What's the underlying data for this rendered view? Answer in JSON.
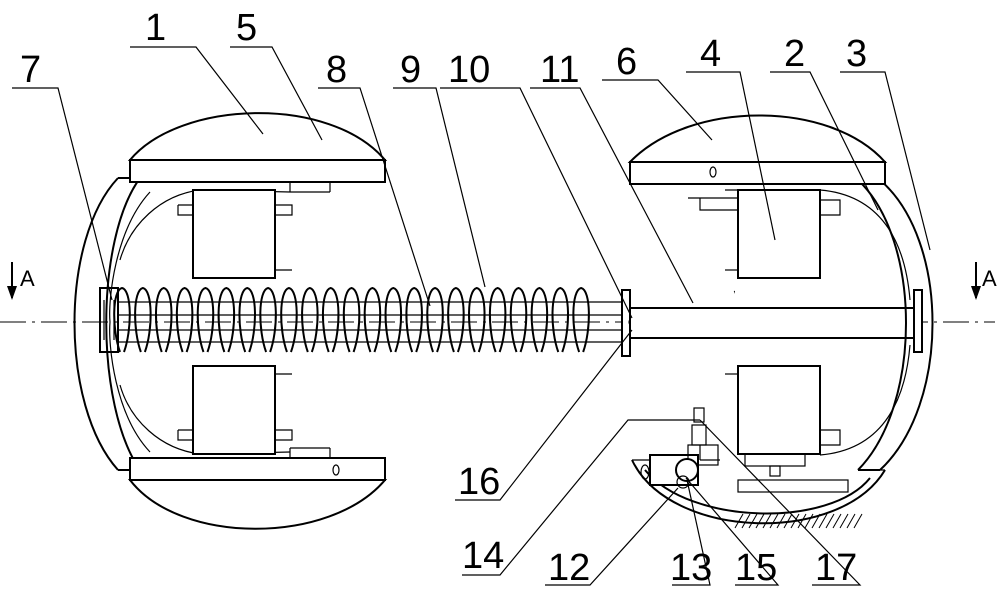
{
  "labels": {
    "l1": "1",
    "l2": "2",
    "l3": "3",
    "l4": "4",
    "l5": "5",
    "l6": "6",
    "l7": "7",
    "l8": "8",
    "l9": "9",
    "l10": "10",
    "l11": "11",
    "l12": "12",
    "l13": "13",
    "l14": "14",
    "l15": "15",
    "l16": "16",
    "l17": "17"
  },
  "section": {
    "left": "A",
    "right": "A"
  }
}
